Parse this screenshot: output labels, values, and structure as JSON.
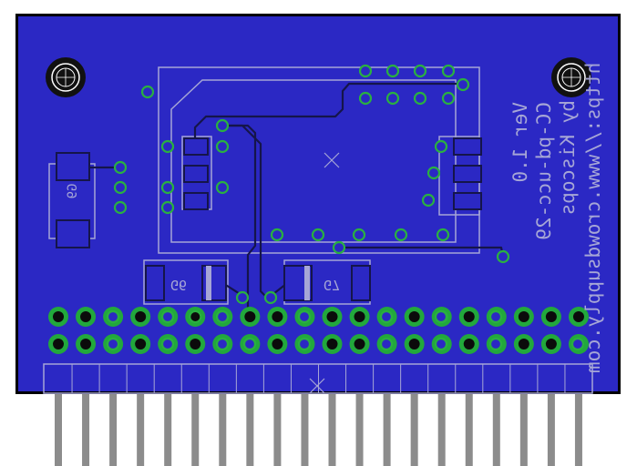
{
  "board": {
    "silkscreen": {
      "url_text": "https://www.crowdsupply.com",
      "author_text": "by Kiscops",
      "model_text": "CC-pd-ucc-29",
      "version_text": "Ver 1.0",
      "refs": {
        "ic_left": "G9",
        "led_left": "G6",
        "led_right": "G7"
      }
    }
  },
  "colors": {
    "background": "#ffffff",
    "board_fill": "#2b28c4",
    "board_outline": "#000000",
    "copper_trace": "#15154a",
    "via": "#2ab041",
    "pad_ring": "#22a83c",
    "pad_hole": "#0b0b0b",
    "silkscreen": "#a6a6d6",
    "pin": "#8c8c8c"
  },
  "icons": {
    "mounting_hole": "mounting-hole-icon",
    "via": "via-icon",
    "header_pin": "header-pin-icon",
    "center_mark": "cross-mark-icon"
  }
}
